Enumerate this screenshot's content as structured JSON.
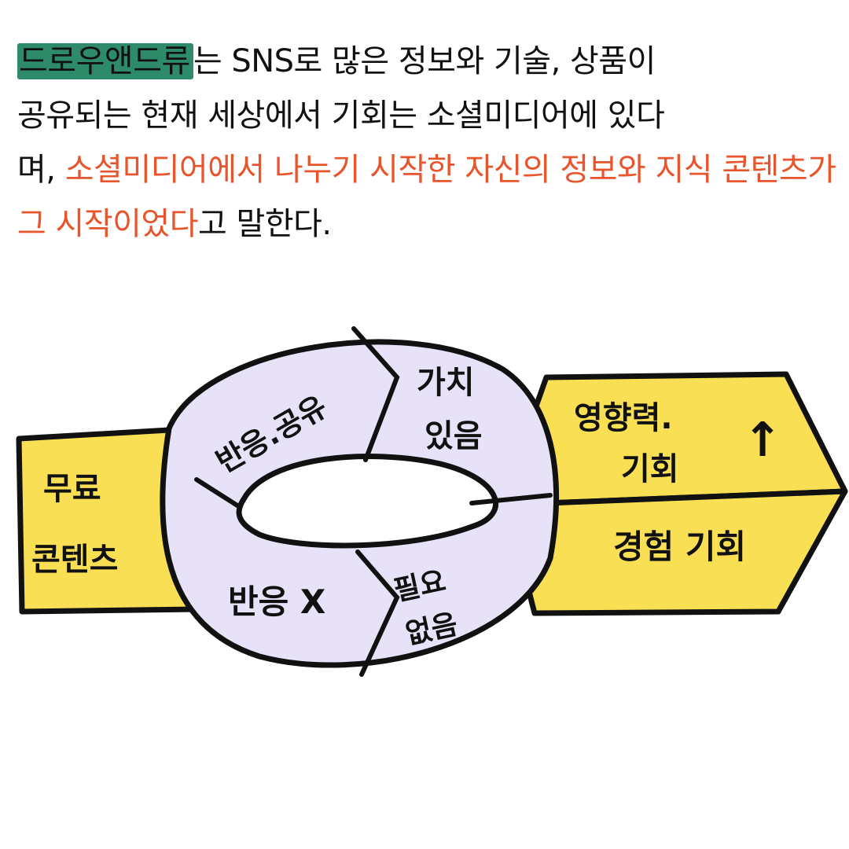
{
  "caption": {
    "highlight": "드로우앤드류",
    "line1_rest": "는 SNS로 많은 정보와 기술, 상품이",
    "line2": "공유되는 현재 세상에서 기회는 소셜미디어에 있다",
    "line3_start": "며, ",
    "accent": "소셜미디어에서 나누기 시작한 자신의 정보와 지식 콘텐츠가 그 시작이었다",
    "end": "고 말한다."
  },
  "diagram": {
    "left_box": {
      "line1": "무료",
      "line2": "콘텐츠"
    },
    "ring_top_left": "반응.공유",
    "ring_top_right": {
      "line1": "가치",
      "line2": "있음"
    },
    "ring_bottom_left": "반응 X",
    "ring_bottom_right": {
      "line1": "필요",
      "line2": "없음"
    },
    "right_top": {
      "line1": "영향력.",
      "line2": "기회",
      "arrow": "↑"
    },
    "right_bottom": "경험 기회",
    "colors": {
      "yellow": "#f9df54",
      "lavender": "#e8e2f8",
      "outline": "#111111",
      "highlight": "#2e8b6a",
      "accent": "#e8552d"
    }
  }
}
